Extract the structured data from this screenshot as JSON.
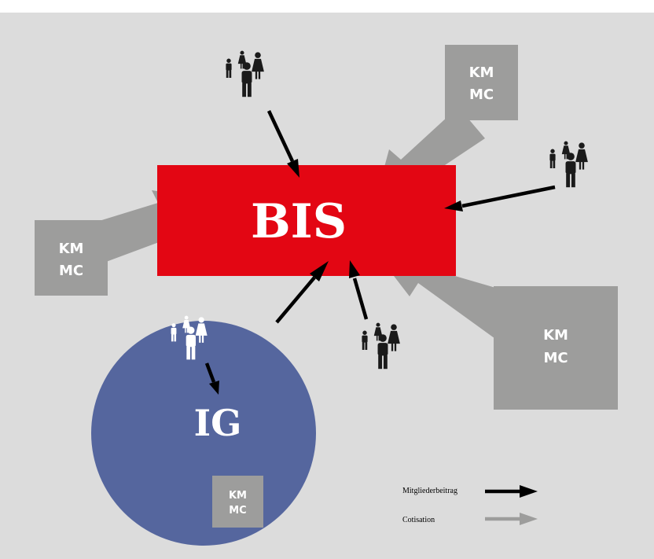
{
  "center": {
    "label": "BIS",
    "color": "#e30613"
  },
  "group": {
    "label": "IG",
    "color": "#55669e"
  },
  "fee_boxes": [
    {
      "id": "left",
      "line1": "KM",
      "line2": "MC"
    },
    {
      "id": "top-right",
      "line1": "KM",
      "line2": "MC"
    },
    {
      "id": "bottom-right",
      "line1": "KM",
      "line2": "MC"
    },
    {
      "id": "circle",
      "line1": "KM",
      "line2": "MC"
    }
  ],
  "legend": {
    "member_fee_label": "Mitgliederbeitrag",
    "member_fee_color": "#000000",
    "cotisation_label": "Cotisation",
    "cotisation_color": "#9d9d9c"
  },
  "colors": {
    "background": "#dcdcdc",
    "fee_box": "#9d9d9c",
    "people_dark": "#1a1a1a",
    "people_light": "#ffffff"
  }
}
